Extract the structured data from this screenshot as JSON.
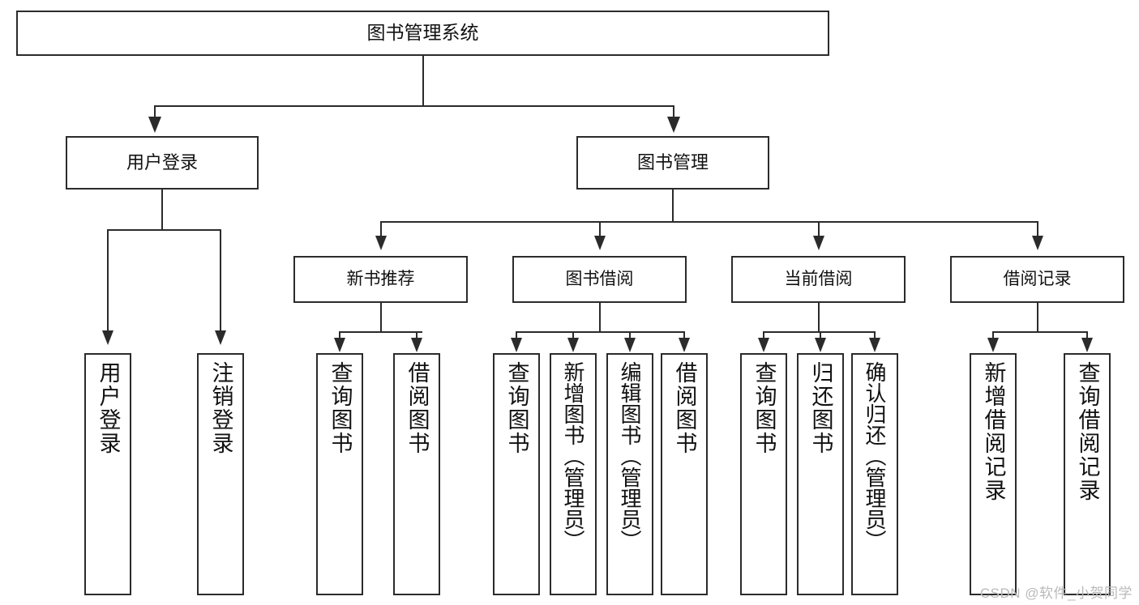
{
  "diagram": {
    "title": "图书管理系统",
    "type": "tree-hierarchy-chart",
    "root": {
      "id": "root",
      "label": "图书管理系统"
    },
    "level2": [
      {
        "id": "user-login",
        "label": "用户登录"
      },
      {
        "id": "book-management",
        "label": "图书管理"
      }
    ],
    "level3": [
      {
        "id": "new-book-recommend",
        "label": "新书推荐"
      },
      {
        "id": "book-borrow",
        "label": "图书借阅"
      },
      {
        "id": "current-borrow",
        "label": "当前借阅"
      },
      {
        "id": "borrow-record",
        "label": "借阅记录"
      }
    ],
    "leaves": [
      {
        "id": "leaf-user-login",
        "label": "用户登录"
      },
      {
        "id": "leaf-logout-login",
        "label": "注销登录"
      },
      {
        "id": "leaf-query-book-1",
        "label": "查询图书"
      },
      {
        "id": "leaf-borrow-book-1",
        "label": "借阅图书"
      },
      {
        "id": "leaf-query-book-2",
        "label": "查询图书"
      },
      {
        "id": "leaf-add-book-admin",
        "label": "新增图书（管理员）"
      },
      {
        "id": "leaf-edit-book-admin",
        "label": "编辑图书（管理员）"
      },
      {
        "id": "leaf-borrow-book-2",
        "label": "借阅图书"
      },
      {
        "id": "leaf-query-book-3",
        "label": "查询图书"
      },
      {
        "id": "leaf-return-book",
        "label": "归还图书"
      },
      {
        "id": "leaf-confirm-return-admin",
        "label": "确认归还（管理员）"
      },
      {
        "id": "leaf-add-borrow-record",
        "label": "新增借阅记录"
      },
      {
        "id": "leaf-query-borrow-record",
        "label": "查询借阅记录"
      }
    ]
  },
  "watermark": {
    "text": "CSDN @软件_小贺同学"
  },
  "colors": {
    "stroke": "#2b2b2b",
    "background": "#ffffff",
    "text": "#111111",
    "watermark": "#b9b9b9"
  }
}
